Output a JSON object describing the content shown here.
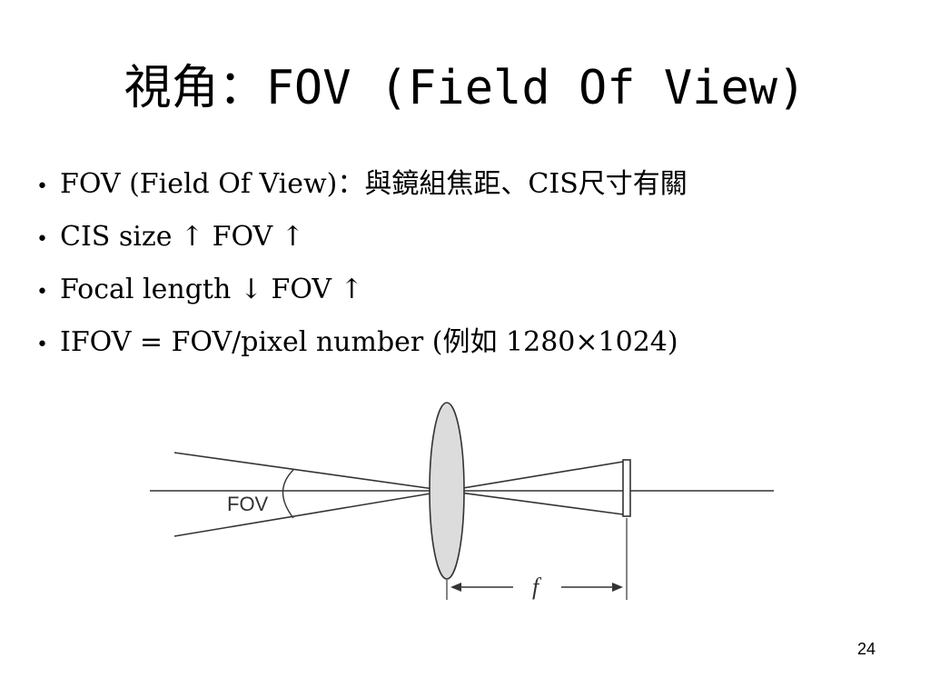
{
  "slide": {
    "title": "視角：FOV (Field Of View)",
    "bullets": [
      {
        "marker": "•",
        "text": "FOV (Field Of View)：與鏡組焦距、CIS尺寸有關"
      },
      {
        "marker": "•",
        "text": "CIS size ↑ FOV ↑"
      },
      {
        "marker": "•",
        "text": "Focal length ↓ FOV ↑"
      },
      {
        "marker": "•",
        "text": "IFOV = FOV/pixel number (例如 1280×1024)"
      }
    ],
    "page_number": "24"
  },
  "diagram": {
    "fov_label": "FOV",
    "focal_label": "f"
  }
}
